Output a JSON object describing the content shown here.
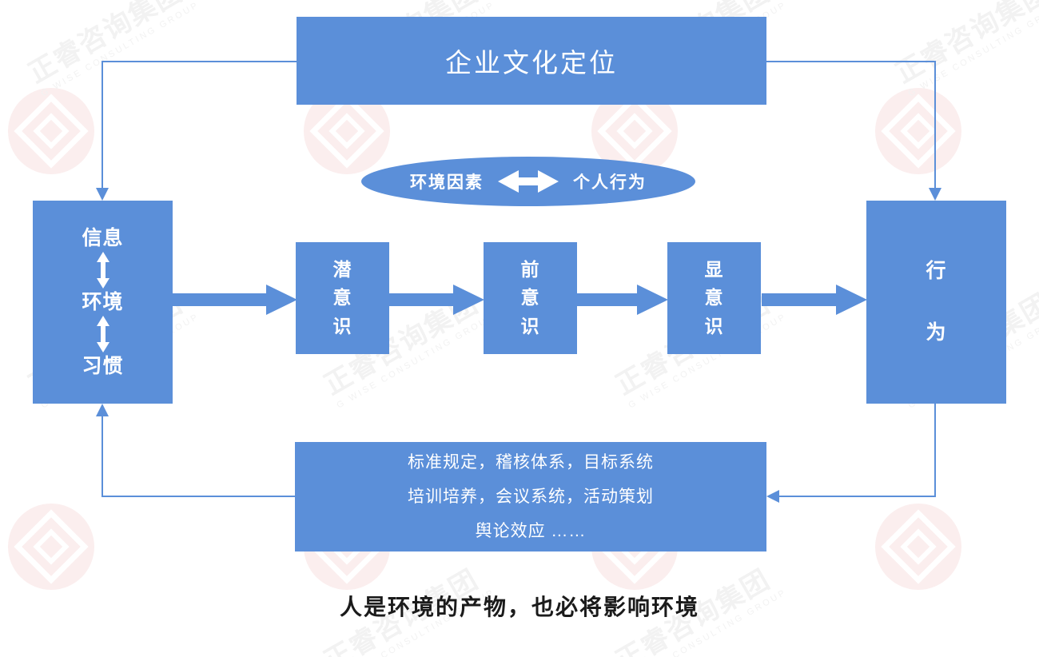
{
  "diagram": {
    "title_box": {
      "label": "企业文化定位"
    },
    "relation_ellipse": {
      "left_label": "环境因素",
      "icon": "double-headed-arrow-icon",
      "right_label": "个人行为"
    },
    "environment_box": {
      "items": [
        "信息",
        "环境",
        "习惯"
      ],
      "connector_icon": "vertical-double-arrow-icon"
    },
    "stages": [
      {
        "id": "subconscious",
        "label": "潜\n意\n识"
      },
      {
        "id": "preconscious",
        "label": "前\n意\n识"
      },
      {
        "id": "conscious",
        "label": "显\n意\n识"
      }
    ],
    "stage_labels": {
      "subconscious_chars": [
        "潜",
        "意",
        "识"
      ],
      "preconscious_chars": [
        "前",
        "意",
        "识"
      ],
      "conscious_chars": [
        "显",
        "意",
        "识"
      ]
    },
    "behavior_box": {
      "chars": [
        "行",
        "为"
      ]
    },
    "systems_box": {
      "lines": [
        "标准规定，稽核体系，目标系统",
        "培训培养，会议系统，活动策划",
        "舆论效应 ……"
      ]
    },
    "caption": "人是环境的产物，也必将影响环境",
    "colors": {
      "fill": "#5B8FD9",
      "connector_line": "#5B8FD9",
      "text_on_fill": "#FFFFFF",
      "caption_text": "#1B1B1B",
      "background": "#FFFFFF",
      "watermark_circle": "#FBEEEE",
      "watermark_text": "#F2F2F2"
    },
    "watermark": {
      "brand_cn": "正睿咨询集团",
      "brand_en": "G WISE CONSULTING GROUP"
    }
  }
}
